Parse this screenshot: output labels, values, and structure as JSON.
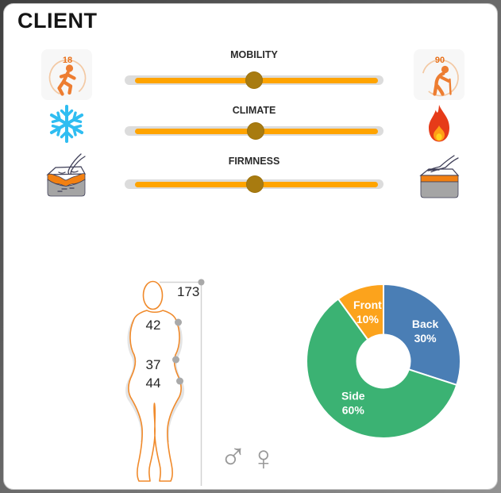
{
  "window": {
    "title": "CLIENT"
  },
  "sliders": [
    {
      "label": "MOBILITY",
      "value_pct": 50,
      "left_icon": {
        "name": "runner-icon",
        "badge": "18"
      },
      "right_icon": {
        "name": "elder-with-cane-icon",
        "badge": "90"
      }
    },
    {
      "label": "CLIMATE",
      "value_pct": 50.6,
      "left_icon": {
        "name": "snowflake-icon"
      },
      "right_icon": {
        "name": "flame-icon"
      }
    },
    {
      "label": "FIRMNESS",
      "value_pct": 50.3,
      "left_icon": {
        "name": "soft-mattress-icon"
      },
      "right_icon": {
        "name": "firm-mattress-icon"
      }
    }
  ],
  "body_figure": {
    "measurements": {
      "height": "173",
      "shoulder": "42",
      "waist": "37",
      "hip": "44"
    },
    "gender_symbols": {
      "male": "♂",
      "female": "♀"
    }
  },
  "chart_data": {
    "type": "pie",
    "donut": true,
    "direction": "clockwise",
    "start_angle_deg": 0,
    "slices": [
      {
        "label": "Back",
        "value": 30,
        "pct_label": "30%",
        "color": "#4A7EB5"
      },
      {
        "label": "Side",
        "value": 60,
        "pct_label": "60%",
        "color": "#3BB273"
      },
      {
        "label": "Front",
        "value": 10,
        "pct_label": "10%",
        "color": "#FCA31C"
      }
    ]
  },
  "colors": {
    "accent_orange": "#FFA400",
    "slider_handle": "#A87B10",
    "track_gray": "#DCDCDC",
    "icon_orange": "#ED7D31",
    "badge_orange": "#E8701A",
    "snowflake_blue": "#2FBDF1",
    "flame_red": "#E63B19",
    "flame_inner": "#FF9E16",
    "body_outline_orange": "#F08A2B",
    "silhouette_gray": "#E4E4E4",
    "measure_line_gray": "#D2D2D2",
    "symbol_gray": "#999999"
  }
}
